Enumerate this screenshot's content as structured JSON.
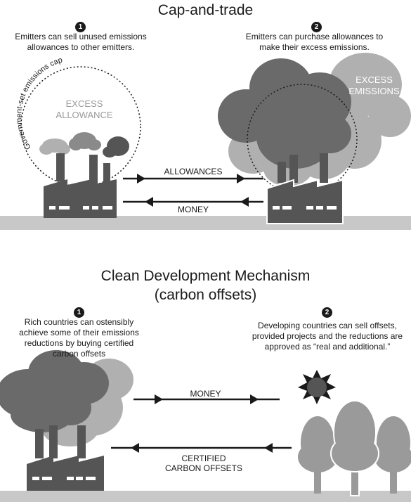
{
  "cap_and_trade": {
    "title": "Cap-and-trade",
    "step1": {
      "number": "1",
      "text": "Emitters can sell unused emissions allowances to other emitters."
    },
    "step2": {
      "number": "2",
      "text": "Emitters can purchase allowances to make their excess emissions."
    },
    "cap_label": "Government-set emissions cap",
    "excess_allowance": "EXCESS ALLOWANCE",
    "excess_emissions": "EXCESS EMISSIONS",
    "arrow_top": "ALLOWANCES",
    "arrow_bottom": "MONEY"
  },
  "cdm": {
    "title_line1": "Clean Development Mechanism",
    "title_line2": "(carbon offsets)",
    "step1": {
      "number": "1",
      "text": "Rich countries can ostensibly achieve some of their emissions reductions by buying certified carbon offsets"
    },
    "step2": {
      "number": "2",
      "text": "Developing countries can sell offsets, provided projects and the reductions are approved as “real and additional.”"
    },
    "arrow_top": "MONEY",
    "arrow_bottom_line1": "CERTIFIED",
    "arrow_bottom_line2": "CARBON OFFSETS"
  },
  "colors": {
    "ink": "#1a1a1a",
    "factory": "#555555",
    "ground": "#c8c8c8",
    "smoke_dark": "#6a6a6a",
    "smoke_mid": "#8a8a8a",
    "smoke_light": "#b0b0b0",
    "tree": "#9a9a9a"
  }
}
